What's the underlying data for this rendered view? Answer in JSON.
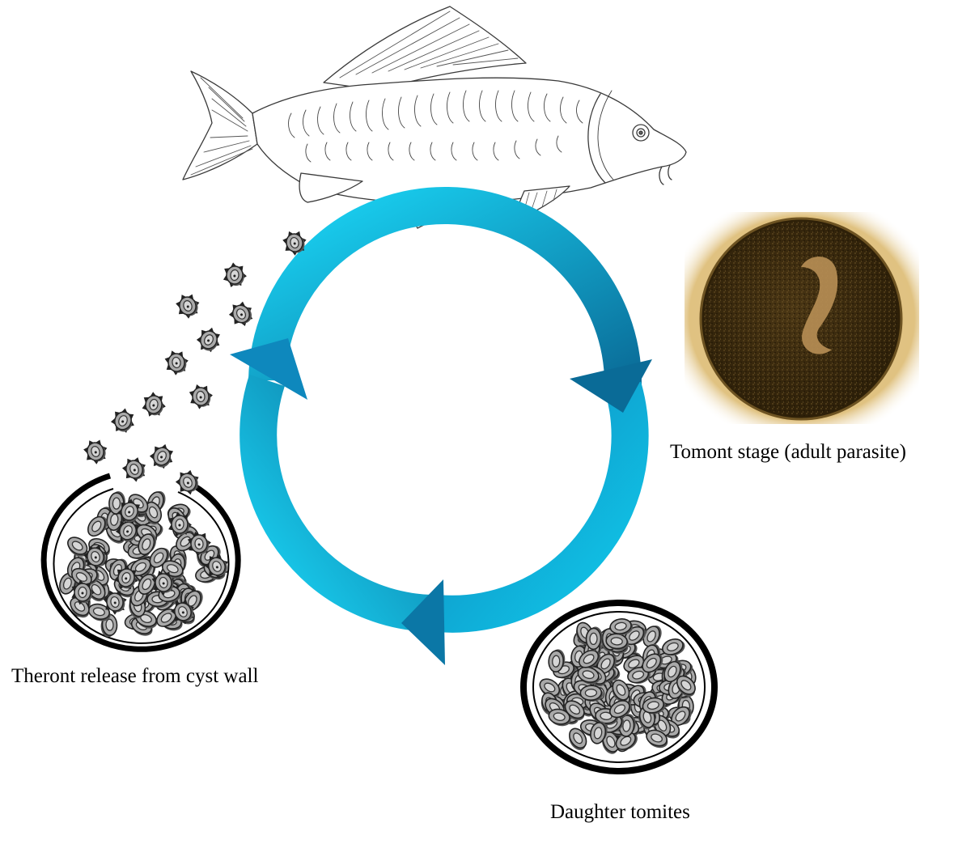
{
  "captions": {
    "tomont": "Tomont stage (adult parasite)",
    "theront": "Theront release from cyst wall",
    "tomites": "Daughter tomites"
  },
  "icons": {
    "host": "carp-fish-icon",
    "tomont": "tomont-micrograph-icon",
    "cyst_open": "open-cyst-icon",
    "cyst_closed": "closed-cyst-icon",
    "theront": "theront-cell-icon",
    "tomite": "tomite-cell-icon"
  },
  "colors": {
    "cycle_light": "#18d4f5",
    "cycle_dark": "#0b6d9a",
    "tomont_background": "#e8c98a",
    "tomont_body": "#3d2c10",
    "cell_fill": "#a9a9a9",
    "outline": "#1a1a1a"
  }
}
